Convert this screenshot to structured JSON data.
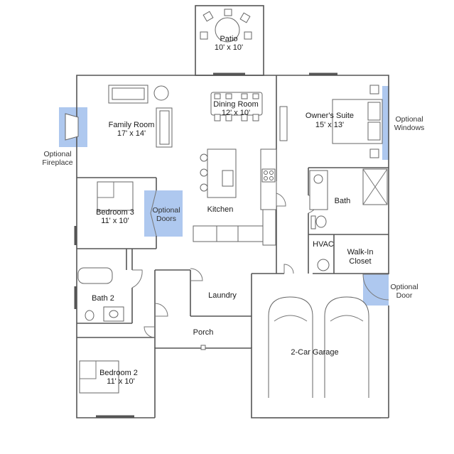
{
  "colors": {
    "wall": "#555555",
    "optional_fill": "#aec8ef",
    "text": "#1a1a1a"
  },
  "rooms": {
    "patio": {
      "name": "Patio",
      "size": "10' x 10'"
    },
    "family_room": {
      "name": "Family Room",
      "size": "17' x 14'"
    },
    "dining_room": {
      "name": "Dining Room",
      "size": "12' x 10'"
    },
    "owners_suite": {
      "name": "Owner's Suite",
      "size": "15' x 13'"
    },
    "bedroom3": {
      "name": "Bedroom 3",
      "size": "11' x 10'"
    },
    "kitchen": {
      "name": "Kitchen"
    },
    "bath": {
      "name": "Bath"
    },
    "hvac": {
      "name": "HVAC"
    },
    "walk_in_closet": {
      "line1": "Walk-In",
      "line2": "Closet"
    },
    "bath2": {
      "name": "Bath 2"
    },
    "laundry": {
      "name": "Laundry"
    },
    "porch": {
      "name": "Porch"
    },
    "garage": {
      "name": "2-Car Garage"
    },
    "bedroom2": {
      "name": "Bedroom 2",
      "size": "11' x 10'"
    }
  },
  "options": {
    "fireplace": {
      "line1": "Optional",
      "line2": "Fireplace"
    },
    "doors": {
      "line1": "Optional",
      "line2": "Doors"
    },
    "windows": {
      "line1": "Optional",
      "line2": "Windows"
    },
    "door": {
      "line1": "Optional",
      "line2": "Door"
    }
  }
}
